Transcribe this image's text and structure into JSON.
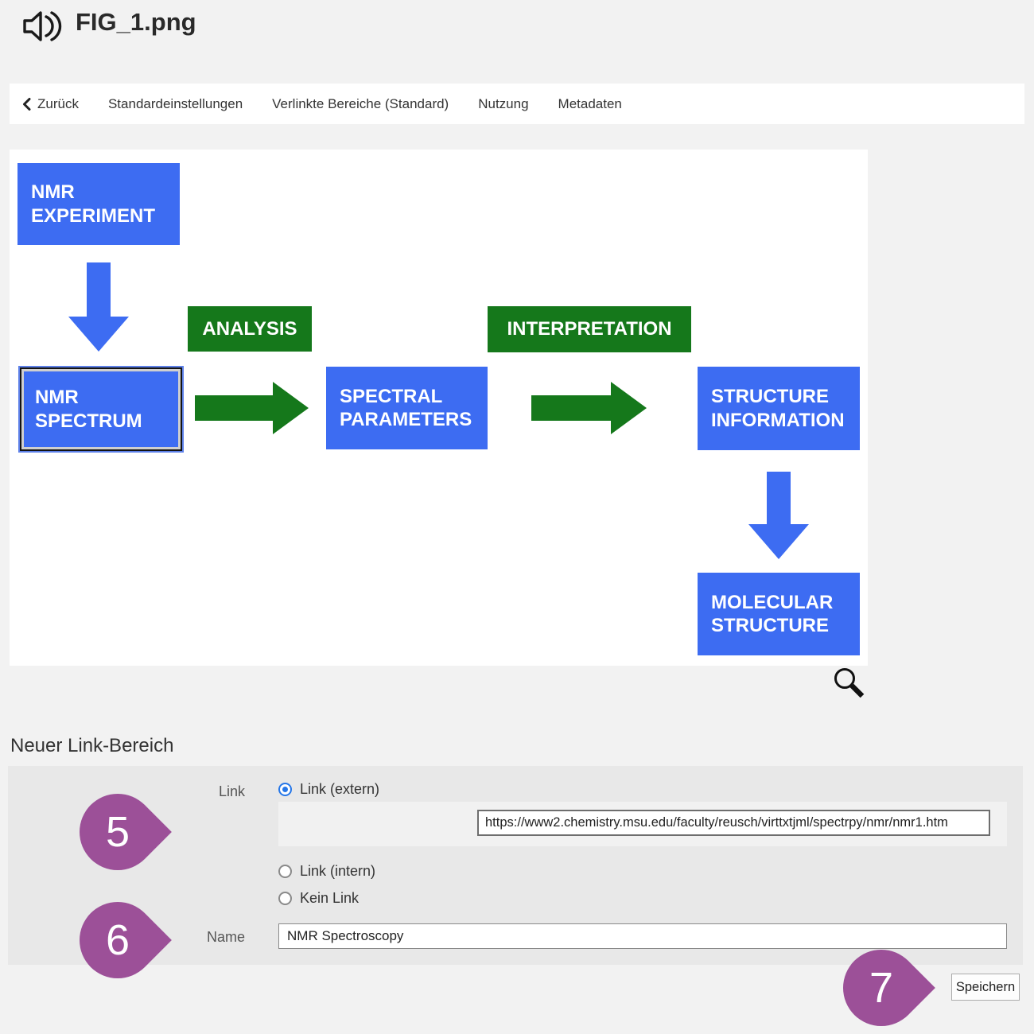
{
  "header": {
    "title": "FIG_1.png",
    "icon": "speaker-icon"
  },
  "nav": {
    "back_label": "Zurück",
    "items": [
      "Standardeinstellungen",
      "Verlinkte Bereiche (Standard)",
      "Nutzung",
      "Metadaten"
    ]
  },
  "diagram": {
    "nodes": {
      "nmr_experiment": "NMR\nEXPERIMENT",
      "nmr_spectrum": "NMR\nSPECTRUM",
      "spectral_parameters": "SPECTRAL\nPARAMETERS",
      "structure_information": "STRUCTURE\nINFORMATION",
      "molecular_structure": "MOLECULAR\nSTRUCTURE",
      "analysis": "ANALYSIS",
      "interpretation": "INTERPRETATION"
    },
    "selected_node": "nmr_spectrum"
  },
  "form": {
    "section_title": "Neuer Link-Bereich",
    "link_label": "Link",
    "options": [
      {
        "label": "Link (extern)",
        "selected": true
      },
      {
        "label": "Link (intern)",
        "selected": false
      },
      {
        "label": "Kein Link",
        "selected": false
      }
    ],
    "url_value": "https://www2.chemistry.msu.edu/faculty/reusch/virttxtjml/spectrpy/nmr/nmr1.htm",
    "name_label": "Name",
    "name_value": "NMR Spectroscopy",
    "save_label": "Speichern"
  },
  "markers": {
    "step5": "5",
    "step6": "6",
    "step7": "7"
  },
  "colors": {
    "box_blue": "#3d6cf2",
    "box_green": "#15781b",
    "marker_purple": "#9c5098",
    "radio_blue": "#2677e8"
  }
}
